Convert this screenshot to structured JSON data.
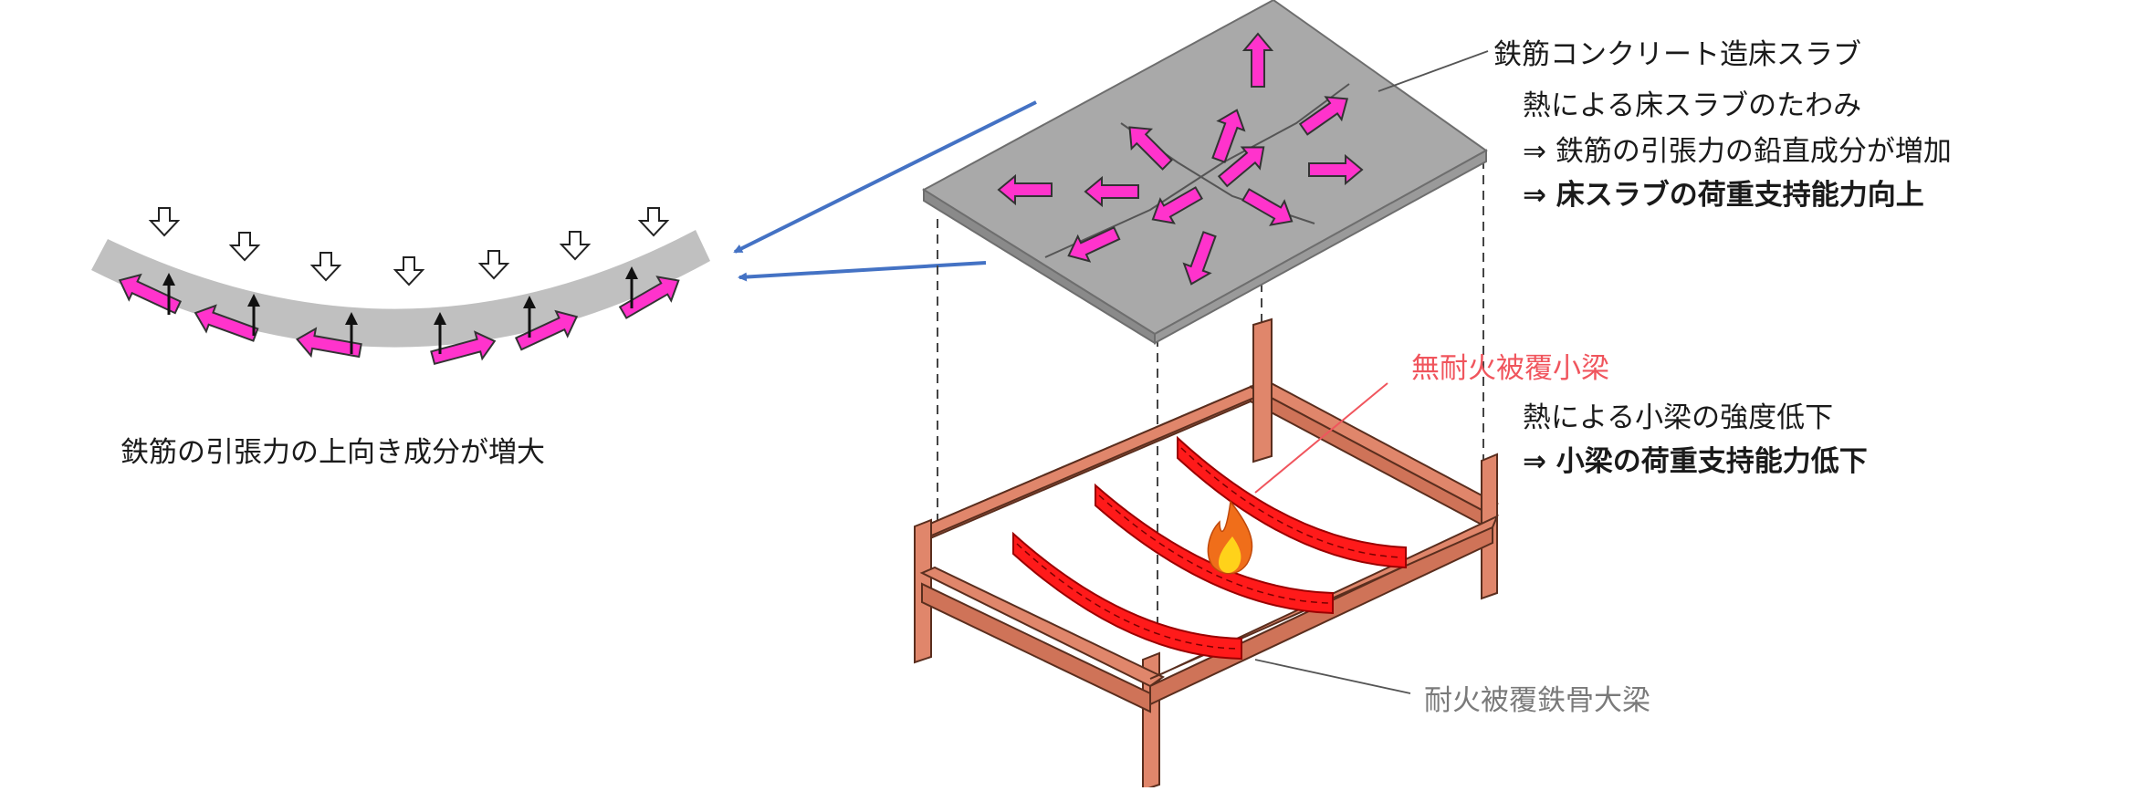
{
  "labels": {
    "slab_name": "鉄筋コンクリート造床スラブ",
    "slab_line1": "熱による床スラブのたわみ",
    "slab_line2": "⇒ 鉄筋の引張力の鉛直成分が増加",
    "slab_line3": "⇒ 床スラブの荷重支持能力向上",
    "beam_name": "無耐火被覆小梁",
    "beam_line1": "熱による小梁の強度低下",
    "beam_line2": "⇒ 小梁の荷重支持能力低下",
    "girder_name": "耐火被覆鉄骨大梁",
    "left_caption": "鉄筋の引張力の上向き成分が増大"
  },
  "colors": {
    "slab": "#a9a9a9",
    "slab_edge": "#8a8a8a",
    "tension_arrow": "#ff33cc",
    "frame": "#e0866b",
    "unprotected_beam": "#ff1a1a",
    "leader_line": "#666666",
    "callout_arrow": "#4472c4",
    "red_label": "#f0555d"
  },
  "icons": [
    "fire-icon",
    "load-arrow-icon",
    "upward-component-icon",
    "tension-arrow-icon"
  ]
}
